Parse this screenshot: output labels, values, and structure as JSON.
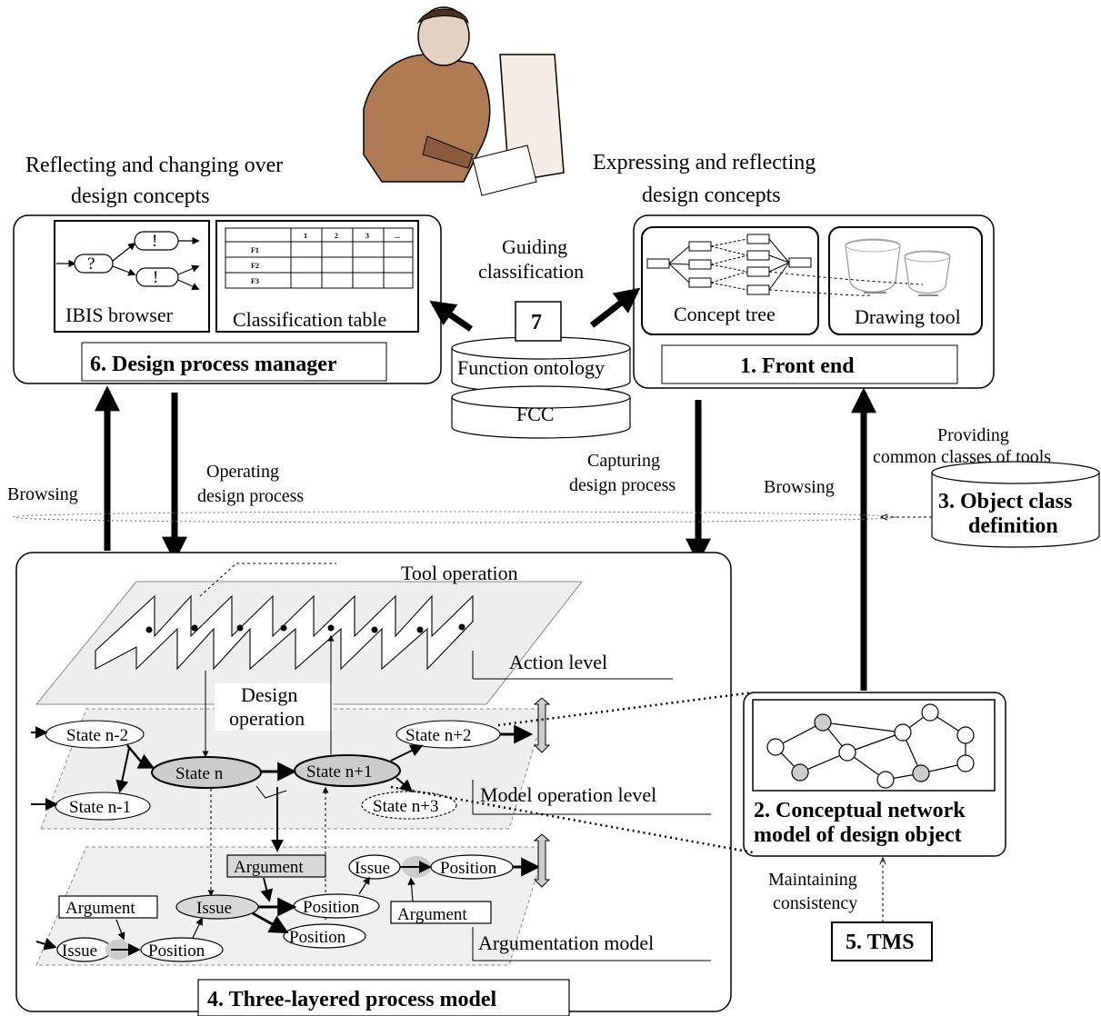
{
  "top_left": {
    "caption_line1": "Reflecting and changing over",
    "caption_line2": "design concepts",
    "ibis_label": "IBIS browser",
    "ibis_marks": {
      "question": "?",
      "answer1": "!",
      "answer2": "!"
    },
    "classification_label": "Classification table",
    "table_headers": [
      "1",
      "2",
      "3",
      "..."
    ],
    "table_rows": [
      "F1",
      "F2",
      "F3"
    ],
    "module_title": "6. Design process manager"
  },
  "top_right": {
    "caption_line1": "Expressing and reflecting",
    "caption_line2": "design concepts",
    "concept_tree_label": "Concept tree",
    "drawing_tool_label": "Drawing tool",
    "module_title": "1. Front end"
  },
  "center": {
    "guiding_line1": "Guiding",
    "guiding_line2": "classification",
    "seven_label": "7",
    "function_ontology_label": "Function ontology",
    "fcc_label": "FCC"
  },
  "arrows": {
    "browsing_left": "Browsing",
    "operating_line1": "Operating",
    "operating_line2": "design process",
    "capturing_line1": "Capturing",
    "capturing_line2": "design process",
    "browsing_right": "Browsing",
    "providing_line1": "Providing",
    "providing_line2": "common classes of tools",
    "maintaining_line1": "Maintaining",
    "maintaining_line2": "consistency"
  },
  "object_class": {
    "line1": "3. Object class",
    "line2": "definition"
  },
  "network": {
    "line1": "2. Conceptual network",
    "line2": "model of design object"
  },
  "tms_label": "5. TMS",
  "process_model": {
    "tool_operation": "Tool operation",
    "action_level": "Action level",
    "design_operation_line1": "Design",
    "design_operation_line2": "operation",
    "model_operation_level": "Model operation level",
    "argumentation_model": "Argumentation model",
    "states": {
      "n_minus_2": "State n-2",
      "n_minus_1": "State n-1",
      "n": "State n",
      "n_plus_1": "State n+1",
      "n_plus_2": "State n+2",
      "n_plus_3": "State n+3"
    },
    "argumentation_nodes": {
      "argument_top": "Argument",
      "issue_top": "Issue",
      "position_top": "Position",
      "issue_mid": "Issue",
      "position_mid": "Position",
      "position_low": "Position",
      "argument_left": "Argument",
      "argument_right": "Argument",
      "issue_bottom": "Issue",
      "position_bottom": "Position"
    },
    "title": "4. Three-layered process model"
  }
}
